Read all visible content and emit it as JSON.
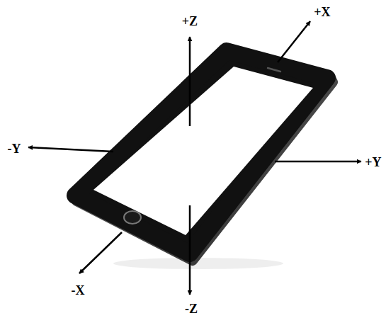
{
  "diagram": {
    "labels": [
      "+Z",
      "+X",
      "-Y",
      "+Y",
      "-X",
      "-Z"
    ]
  }
}
